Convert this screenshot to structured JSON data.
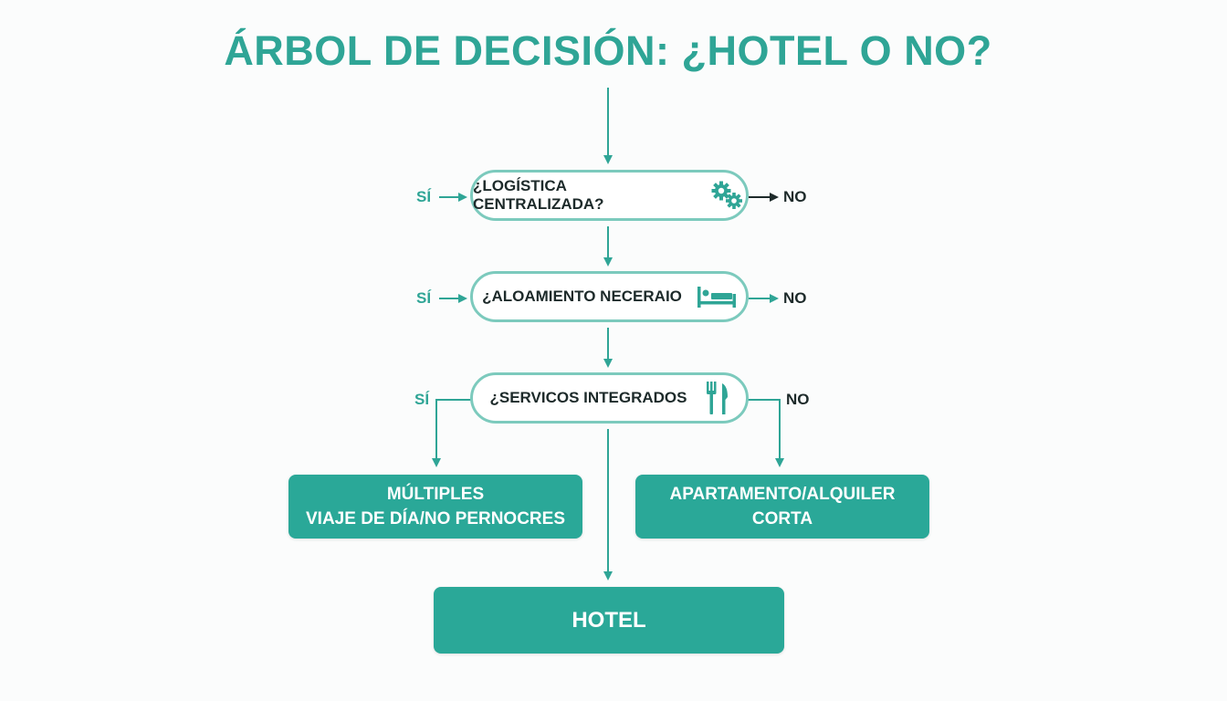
{
  "title": "ÁRBOL DE DECISIÓN: ¿HOTEL O NO?",
  "colors": {
    "accent": "#2fa596",
    "pill_border": "#7ccabd",
    "box_fill": "#2aa898",
    "text_dark": "#1d2a2a",
    "background": "#fbfcfc"
  },
  "questions": [
    {
      "label": "¿LOGÍSTICA CENTRALIZADA?",
      "icon": "gears-icon",
      "yes": "SÍ",
      "no": "NO"
    },
    {
      "label": "¿ALOAMIENTO NECERAIO",
      "icon": "bed-icon",
      "yes": "SÍ",
      "no": "NO"
    },
    {
      "label": "¿SERVICOS INTEGRADOS",
      "icon": "fork-knife-icon",
      "yes": "SÍ",
      "no": "NO"
    }
  ],
  "outcomes": {
    "yes_branch": {
      "line1": "MÚLTIPLES",
      "line2": "VIAJE DE DÍA/NO PERNOCRES"
    },
    "no_branch": {
      "line1": "APARTAMENTO/ALQUILER",
      "line2": "CORTA"
    },
    "center": {
      "label": "HOTEL"
    }
  }
}
